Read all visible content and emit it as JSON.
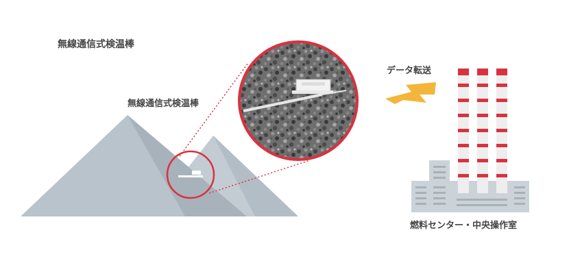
{
  "title": "無線通信式検温棒",
  "probe_label": "無線通信式検温棒",
  "transfer_label": "データ転送",
  "plant_label": "燃料センター・中央操作室",
  "colors": {
    "accent_red": "#d8323f",
    "mountain": "#b9c3cb",
    "mountain_shadow": "#a7b2bb",
    "building": "#ccd3d8",
    "building_detail": "#9fa9b1",
    "lightning": "#f3b63a",
    "text": "#444444"
  },
  "icons": {
    "lightning": "lightning-bolt-icon",
    "plant": "factory-chimney-icon",
    "probe": "temperature-probe-icon"
  }
}
